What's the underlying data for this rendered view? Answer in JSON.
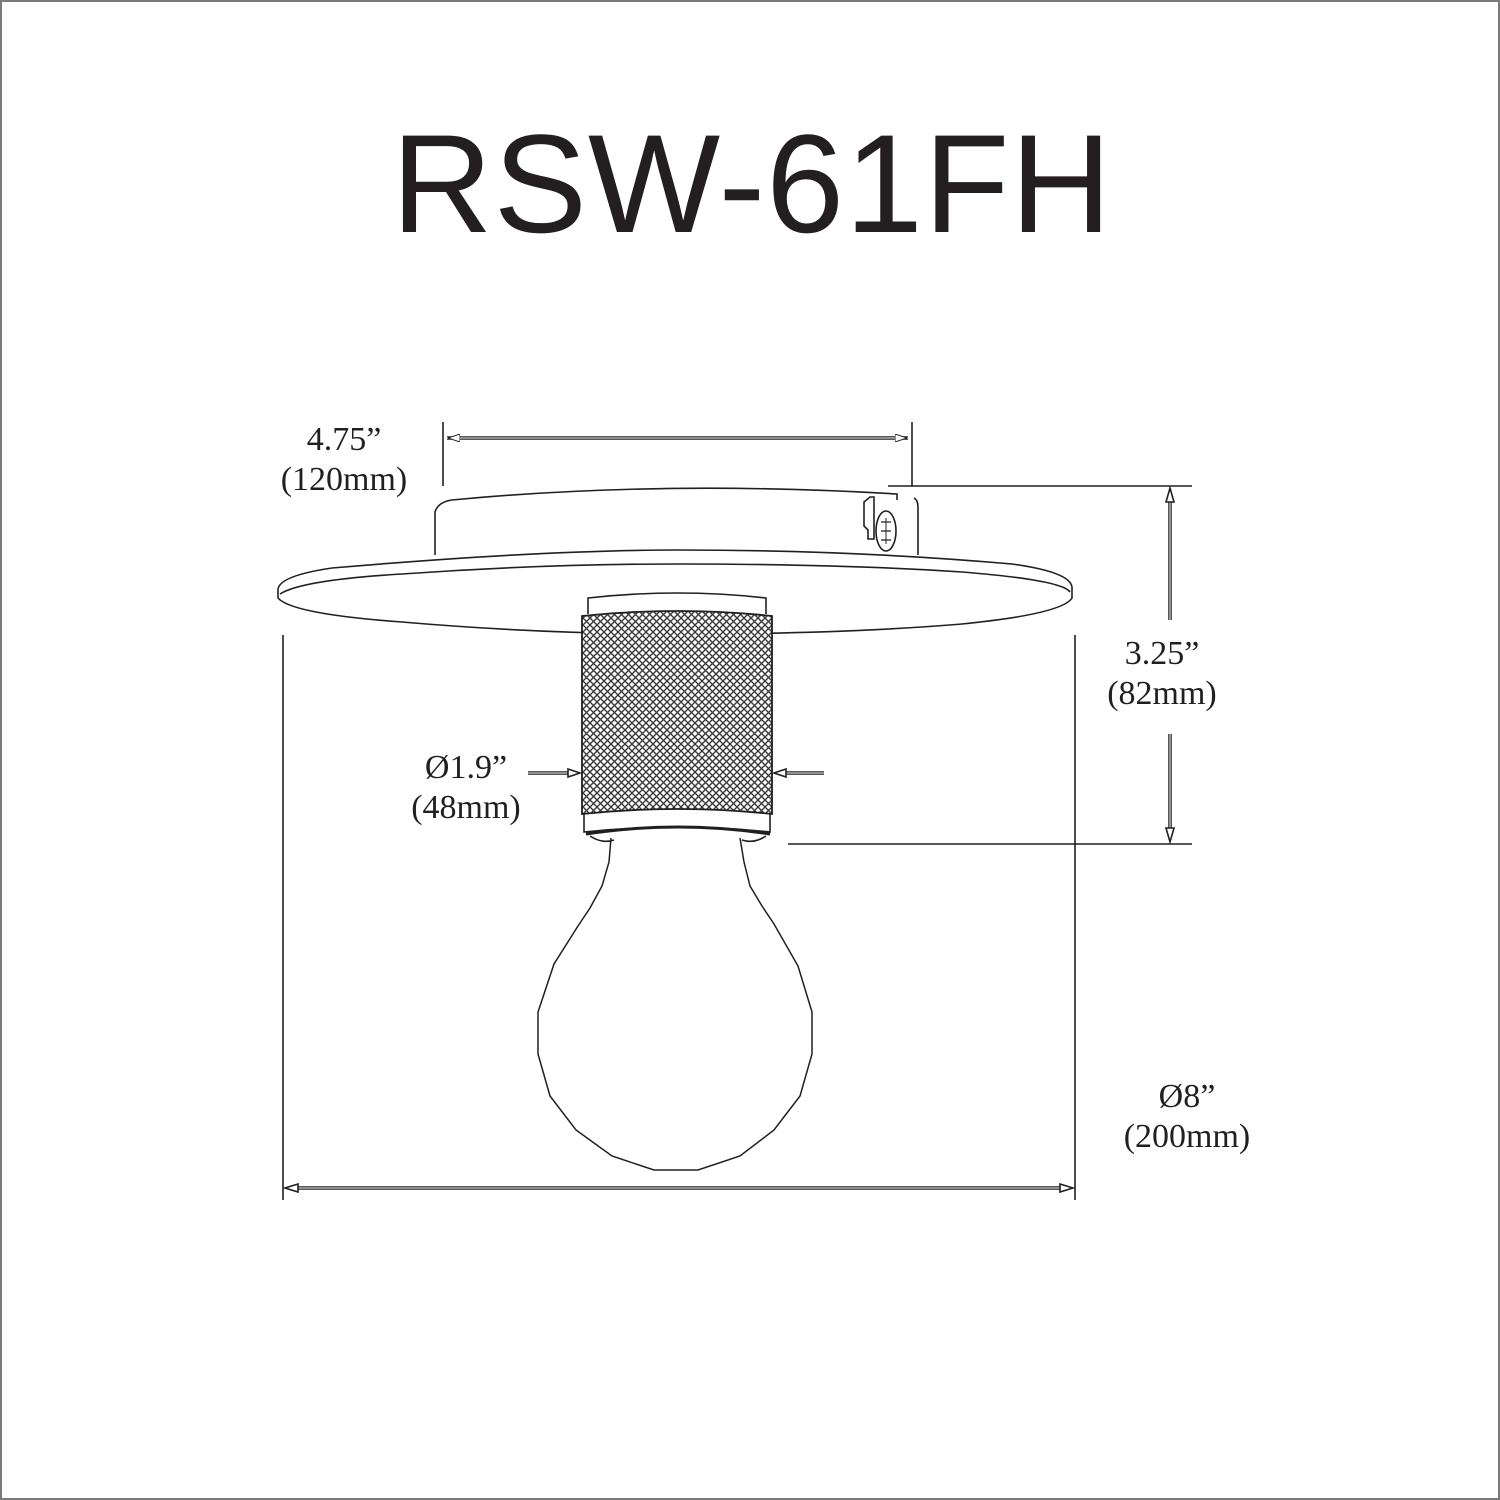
{
  "title": "RSW-61FH",
  "dimensions": {
    "backplate_width": {
      "imperial": "4.75”",
      "metric": "(120mm)"
    },
    "height": {
      "imperial": "3.25”",
      "metric": "(82mm)"
    },
    "socket_diameter": {
      "imperial": "Ø1.9”",
      "metric": "(48mm)"
    },
    "canopy_diameter": {
      "imperial": "Ø8”",
      "metric": "(200mm)"
    }
  },
  "components": [
    "backplate",
    "mounting-screw",
    "canopy-disc",
    "knurled-socket",
    "light-bulb"
  ],
  "colors": {
    "line": "#231f20",
    "border": "#7a7a7a",
    "background": "#ffffff"
  }
}
